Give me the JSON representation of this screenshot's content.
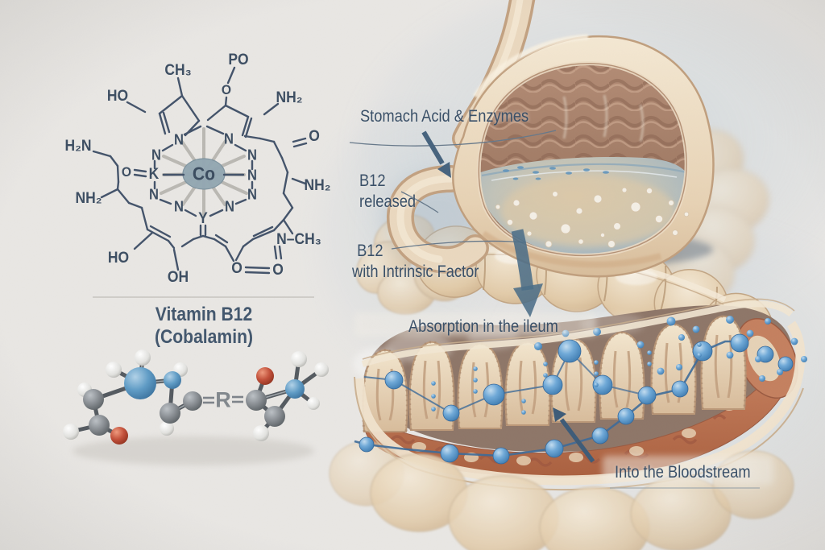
{
  "title": "Vitamin B12 absorption illustration",
  "left_panel": {
    "caption": "Vitamin B12 (Cobalamin)",
    "model_r_label": "R",
    "chem_labels": [
      {
        "t": "CH₃"
      },
      {
        "t": "PO"
      },
      {
        "t": "O"
      },
      {
        "t": "HO"
      },
      {
        "t": "NH₂"
      },
      {
        "t": "H₂N"
      },
      {
        "t": "O"
      },
      {
        "t": "NH₂"
      },
      {
        "t": "NH₂"
      },
      {
        "t": "N–CH₃"
      },
      {
        "t": "HO"
      },
      {
        "t": "OH"
      },
      {
        "t": "O"
      },
      {
        "t": "O"
      },
      {
        "t": "O"
      },
      {
        "t": "K"
      },
      {
        "t": "Y"
      },
      {
        "t": "N"
      },
      {
        "t": "N"
      },
      {
        "t": "N"
      },
      {
        "t": "N"
      },
      {
        "t": "N"
      },
      {
        "t": "N"
      },
      {
        "t": "N"
      },
      {
        "t": "N"
      },
      {
        "t": "N"
      },
      {
        "t": "Co"
      }
    ]
  },
  "right_panel": {
    "labels": {
      "stomach_acid": "Stomach Acid & Enzymes",
      "b12_released": [
        "B12",
        "released"
      ],
      "b12_intrinsic": [
        "B12",
        "with Intrinsic Factor"
      ],
      "absorption": "Absorption in the ileum",
      "bloodstream": "Into the Bloodstream"
    }
  },
  "colors": {
    "background": "#e9e7e4",
    "ink": "#3a5068",
    "structure_stroke": "#43536a",
    "arrow": "#4b6d88",
    "b12_dot": "#6aa5d6",
    "stomach_wall": "#ead8bf",
    "stomach_interior": "#a57f69",
    "liquid": "#a8bcc8",
    "mucosa": "#bd7a5f",
    "cobalt_disc": "#93a7b2"
  }
}
